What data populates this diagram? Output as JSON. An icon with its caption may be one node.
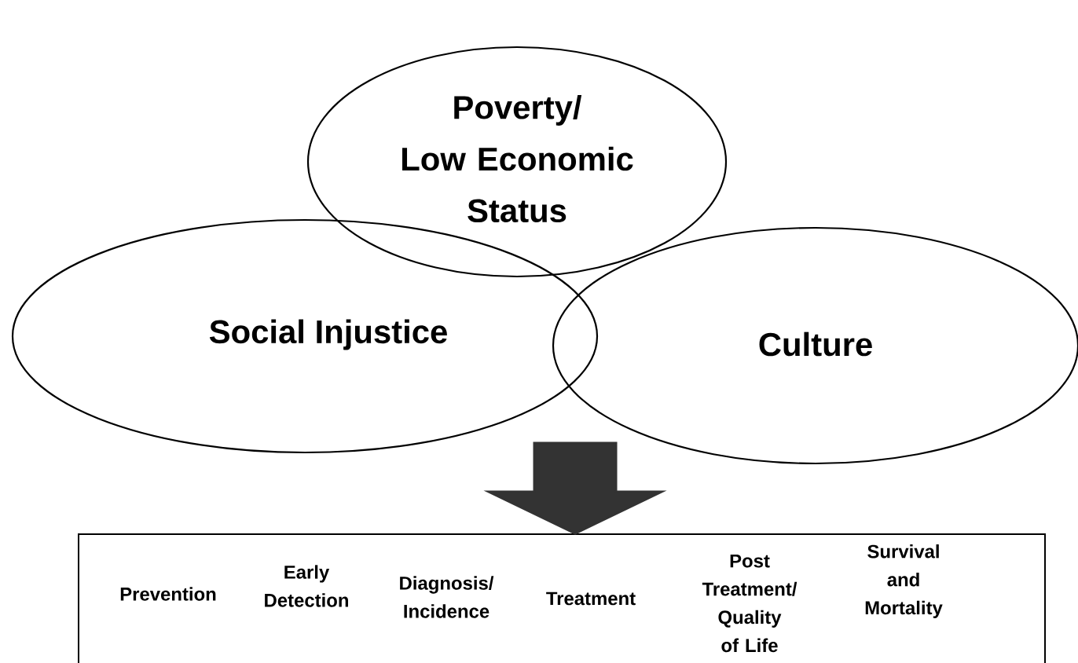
{
  "diagram": {
    "nodes": [
      {
        "text": [
          "Poverty/ Low Economic Status"
        ]
      },
      {
        "text": [
          "Social Injustice"
        ]
      },
      {
        "text": [
          "Culture"
        ]
      },
      {
        "text": [
          "Prevention",
          "Early Detection",
          "Diagnosis/ Incidence",
          "Treatment",
          "Post Treatment/ Quality of Life",
          "Survival and Mortality"
        ]
      }
    ],
    "edges": [
      {
        "from": null,
        "to": 3,
        "arrow": "to",
        "style": "thick"
      }
    ]
  }
}
